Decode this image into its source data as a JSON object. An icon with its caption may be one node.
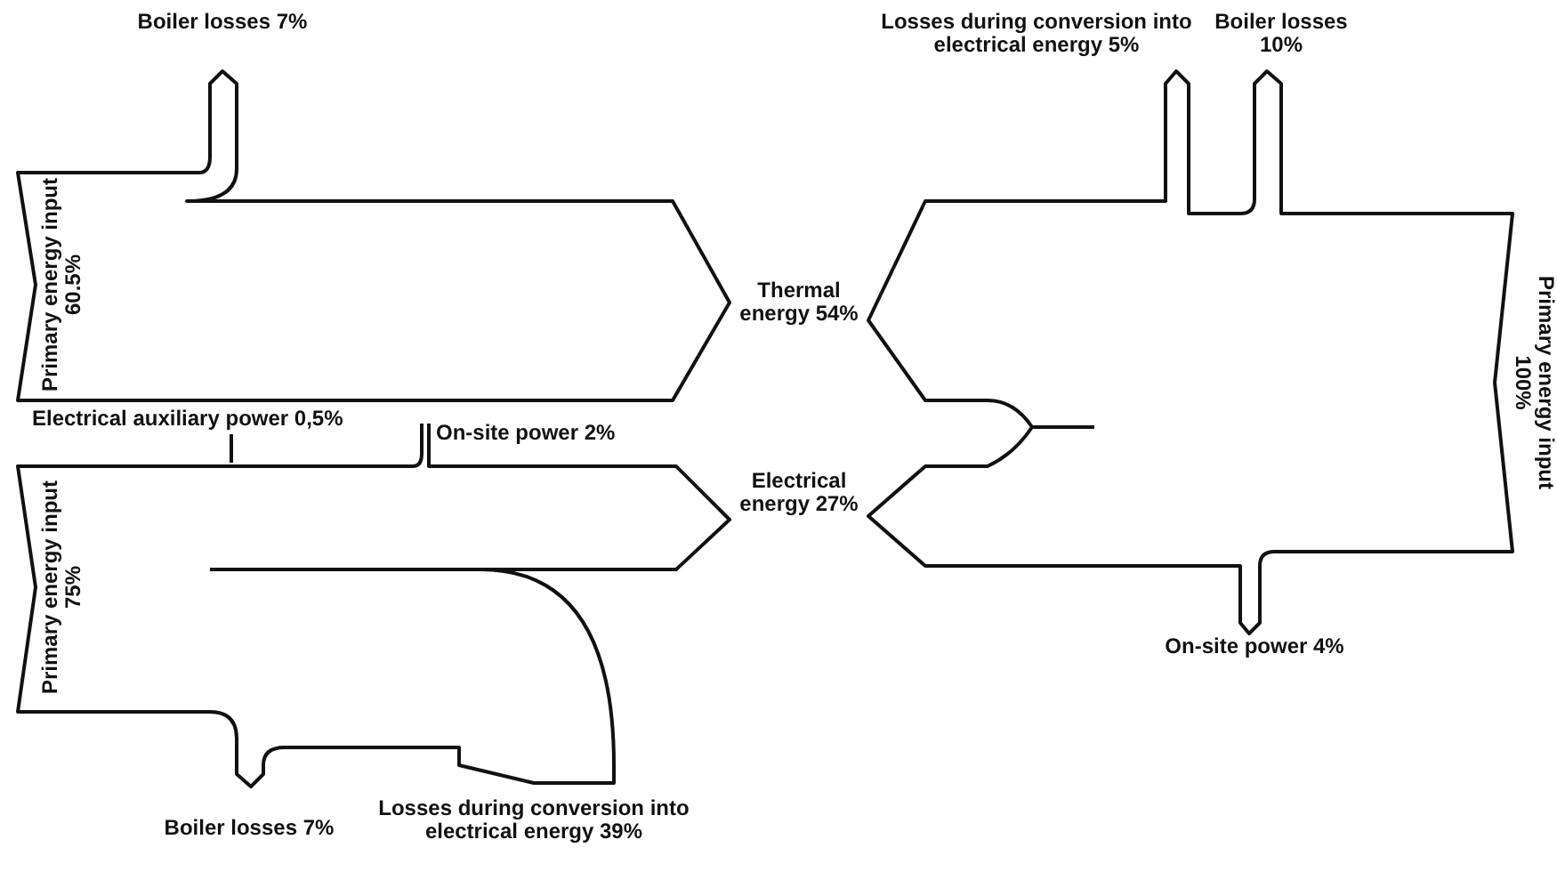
{
  "diagram": {
    "labels": [
      "Boiler losses 7%",
      "Losses during conversion into electrical energy 5%",
      "Boiler losses 10%",
      "Primary energy input 60.5%",
      "Thermal energy 54%",
      "Primary energy input 100%",
      "Electrical auxiliary power 0,5%",
      "On-site power 2%",
      "Electrical energy 27%",
      "Primary energy input 75%",
      "On-site power 4%",
      "Boiler losses 7%",
      "Losses during conversion into electrical energy 39%"
    ]
  }
}
